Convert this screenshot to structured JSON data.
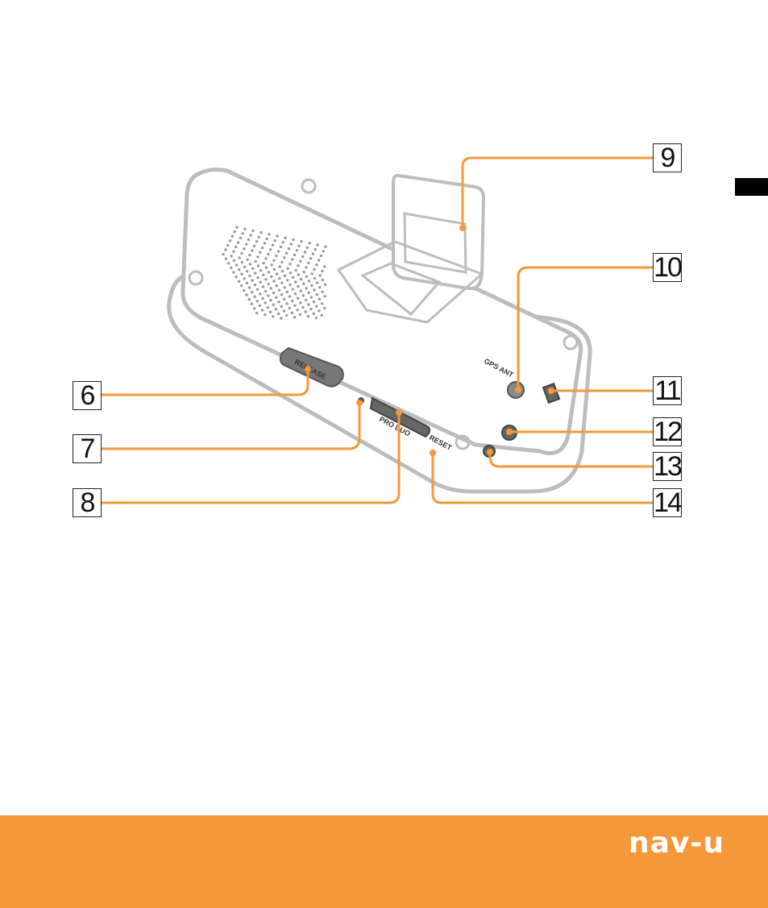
{
  "diagram": {
    "port_labels": {
      "release": "RELEASE",
      "gps_ant": "GPS ANT",
      "reset": "RESET",
      "pro_duo": "PRO DUO"
    },
    "callouts": [
      "6",
      "7",
      "8",
      "9",
      "10",
      "11",
      "12",
      "13",
      "14"
    ],
    "colors": {
      "accent": "#f5983a",
      "outline": "#bbbbbb",
      "line": "#f5983a"
    }
  },
  "footer": {
    "brand": "nav-u"
  }
}
